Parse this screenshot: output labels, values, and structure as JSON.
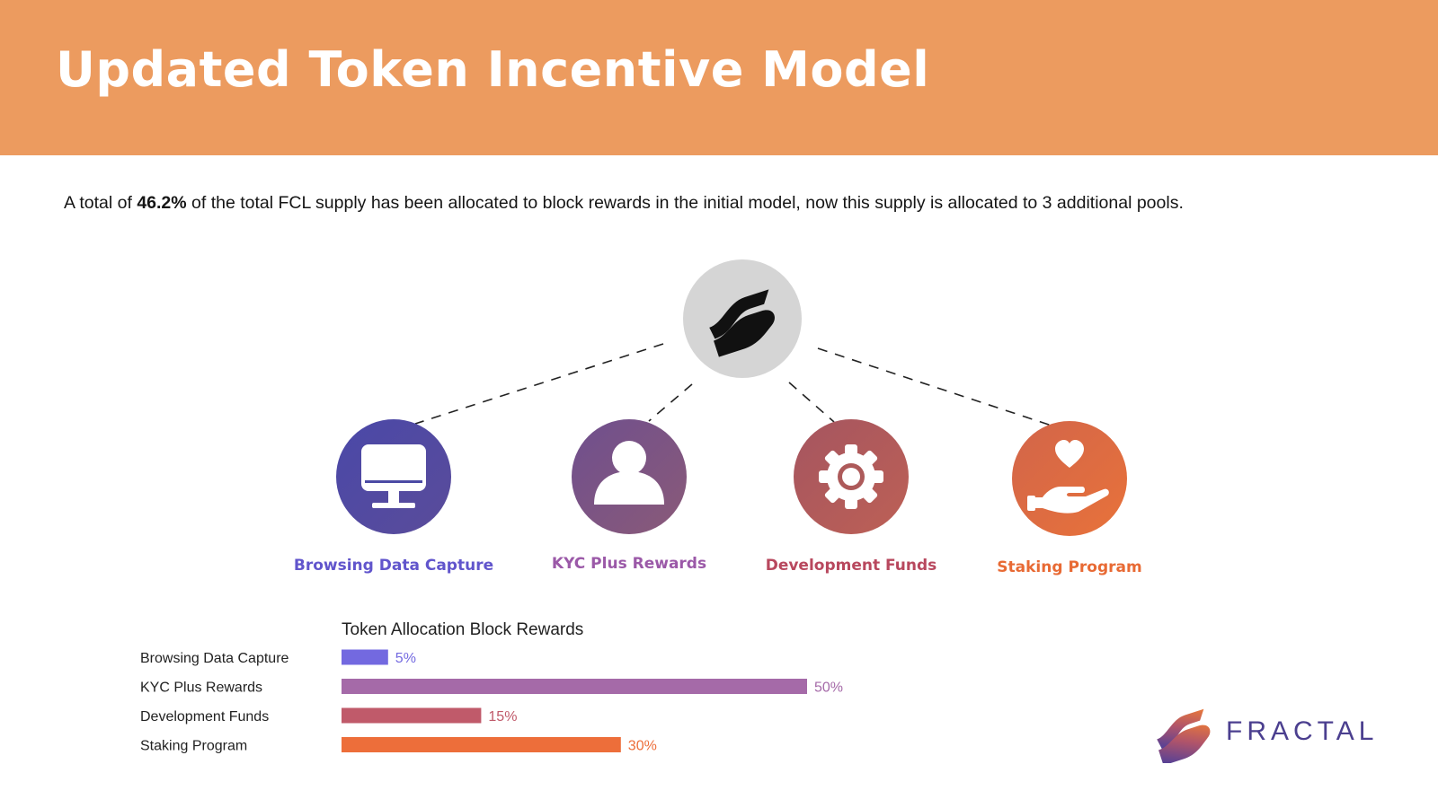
{
  "header": {
    "title": "Updated Token Incentive Model"
  },
  "intro": {
    "prefix": "A total of ",
    "highlight": "46.2%",
    "suffix": " of the total FCL supply has been allocated to block rewards in the initial model, now this supply is allocated to 3 additional pools."
  },
  "diagram": {
    "center_icon": "fractal-logo-icon",
    "pools": [
      {
        "label": "Browsing Data Capture",
        "icon": "monitor-icon",
        "color": "#6155cc",
        "circle_color": "#4b4aa4"
      },
      {
        "label": "KYC Plus Rewards",
        "icon": "user-icon",
        "color": "#9b59a8",
        "circle_color": "#7d5490"
      },
      {
        "label": "Development Funds",
        "icon": "gear-icon",
        "color": "#b8485e",
        "circle_color": "#b0595a"
      },
      {
        "label": "Staking Program",
        "icon": "heart-hand-icon",
        "color": "#e86a34",
        "circle_color": "#df6c3e"
      }
    ]
  },
  "chart_data": {
    "type": "bar",
    "orientation": "horizontal",
    "title": "Token Allocation Block Rewards",
    "categories": [
      "Browsing Data Capture",
      "KYC Plus Rewards",
      "Development Funds",
      "Staking Program"
    ],
    "values": [
      5,
      50,
      15,
      30
    ],
    "value_labels": [
      "5%",
      "50%",
      "15%",
      "30%"
    ],
    "colors": [
      "#7369e0",
      "#a56aa8",
      "#c05a6a",
      "#ed6e3a"
    ],
    "xlim": [
      0,
      50
    ],
    "unit": "%",
    "grid": false,
    "legend": "none"
  },
  "brand": {
    "name": "FRACTAL",
    "logo_icon": "fractal-logo-icon"
  }
}
